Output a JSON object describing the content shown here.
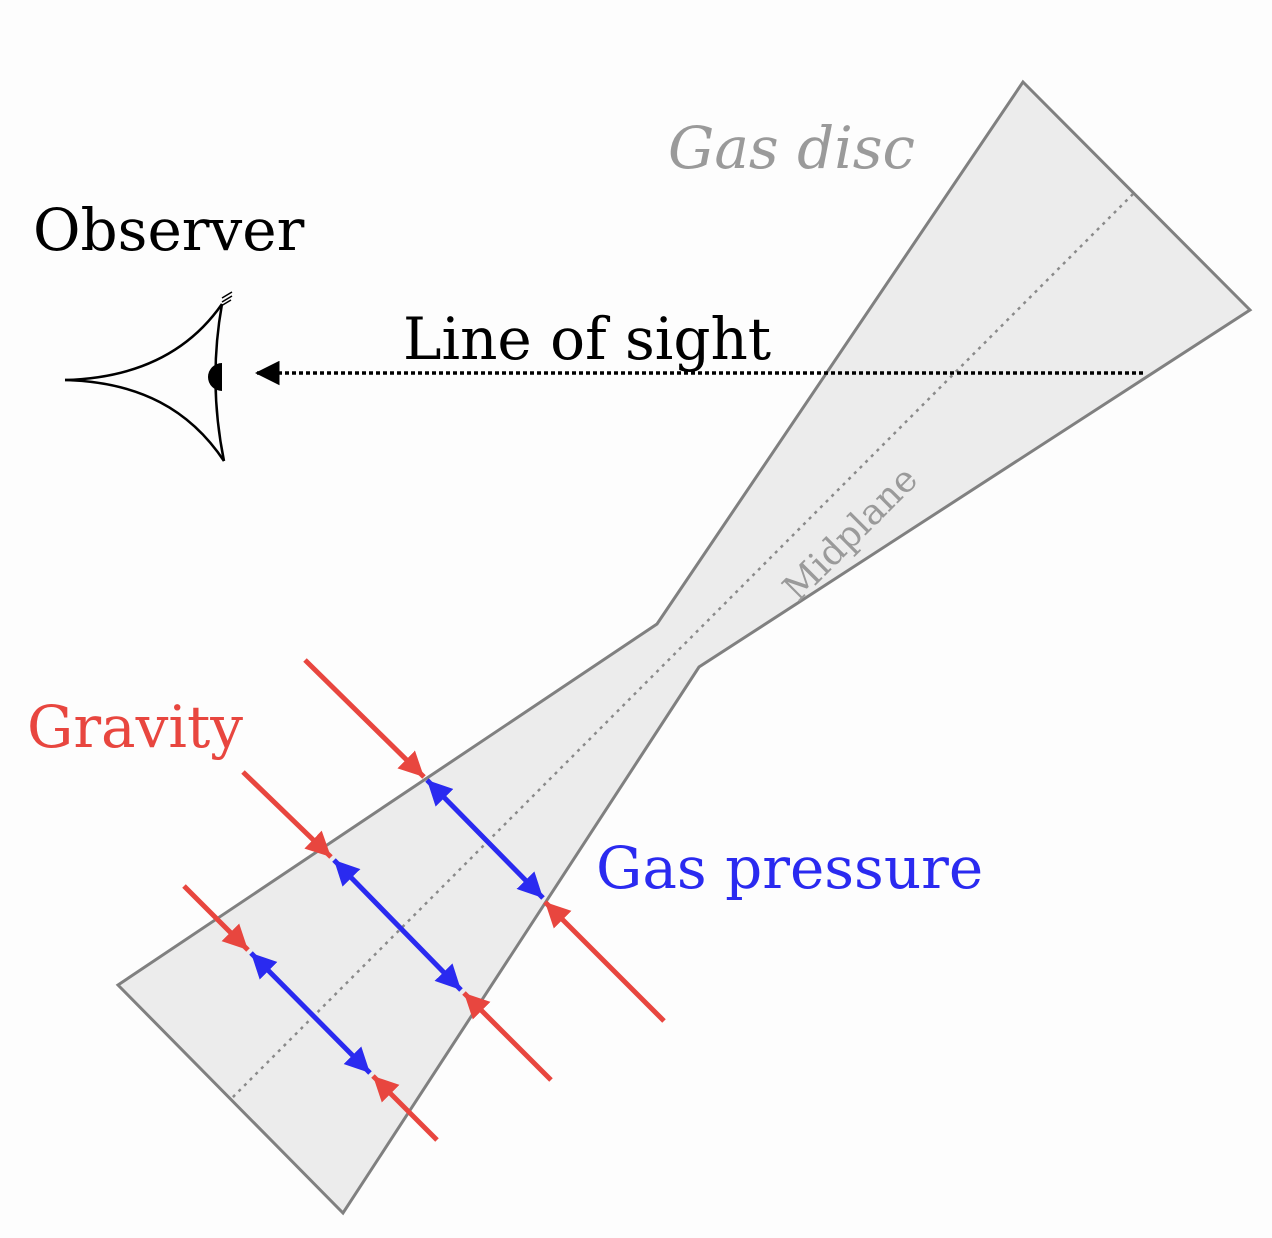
{
  "labels": {
    "gas_disc": "Gas disc",
    "observer": "Observer",
    "line_of_sight": "Line of sight",
    "midplane": "Midplane",
    "gravity": "Gravity",
    "gas_pressure": "Gas pressure"
  },
  "colors": {
    "gravity": "#e8463f",
    "gas_pressure": "#2a2af0",
    "disc_fill": "#ececec",
    "disc_edge": "#808080",
    "muted_text": "#9a9a9a",
    "ink": "#000000"
  }
}
